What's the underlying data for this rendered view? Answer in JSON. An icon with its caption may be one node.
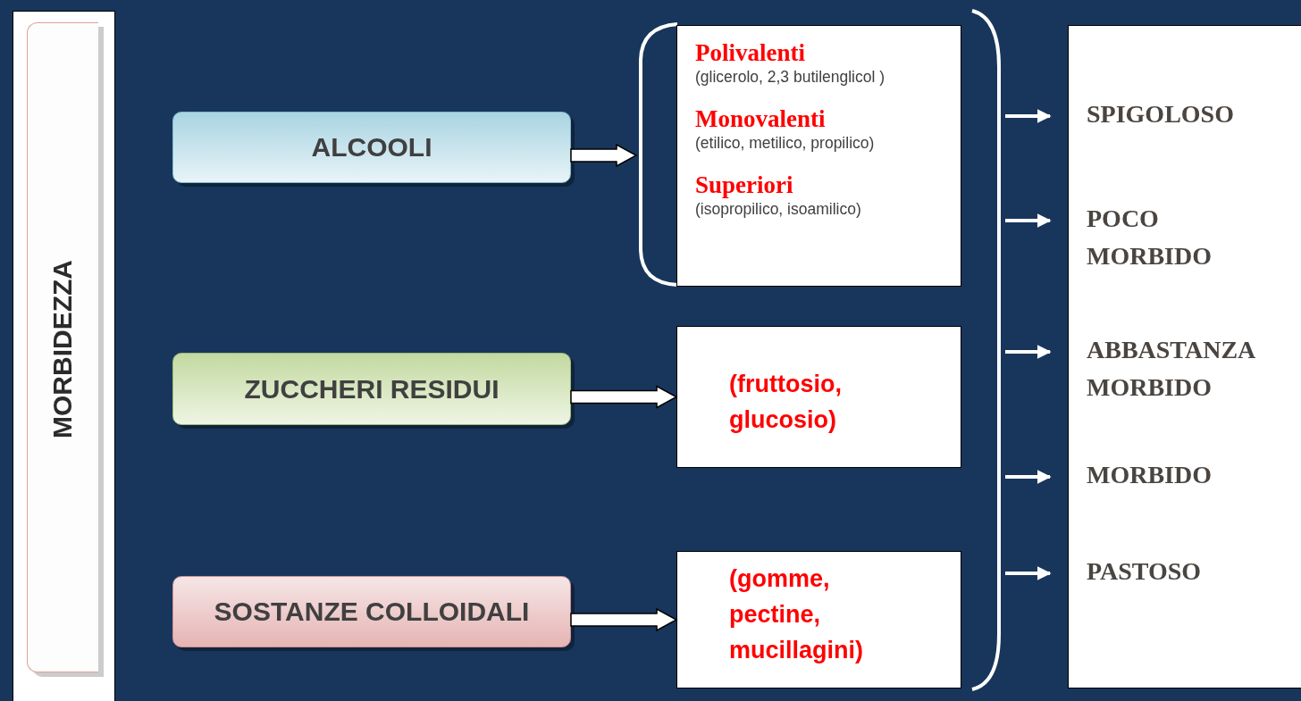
{
  "diagram": {
    "nodes": [
      {
        "text": [
          "MORBIDEZZA"
        ]
      },
      {
        "text": [
          "ALCOOLI"
        ]
      },
      {
        "text": [
          "ZUCCHERI RESIDUI"
        ]
      },
      {
        "text": [
          "SOSTANZE COLLOIDALI"
        ]
      },
      {
        "text": [
          "Polivalenti",
          "(glicerolo, 2,3 butilenglicol )",
          "Monovalenti",
          "(etilico, metilico, propilico)",
          "Superiori",
          "(isopropilico, isoamilico)"
        ]
      },
      {
        "text": [
          "(fruttosio, glucosio)"
        ]
      },
      {
        "text": [
          "(gomme, pectine, mucillagini)"
        ]
      },
      {
        "text": [],
        "shape": "bracket"
      },
      {
        "text": [],
        "shape": "box"
      },
      {
        "text": [
          "SPIGOLOSO"
        ],
        "in": 8
      },
      {
        "text": [
          "POCO MORBIDO"
        ],
        "in": 8
      },
      {
        "text": [
          "ABBASTANZA MORBIDO"
        ],
        "in": 8
      },
      {
        "text": [
          "MORBIDO"
        ],
        "in": 8
      },
      {
        "text": [
          "PASTOSO"
        ],
        "in": 8
      }
    ],
    "edges": [
      {
        "from": 1,
        "to": 4,
        "arrow": "to",
        "style": "thick"
      },
      {
        "from": 2,
        "to": 5,
        "arrow": "to",
        "style": "thick"
      },
      {
        "from": 3,
        "to": 6,
        "arrow": "to",
        "style": "thick"
      },
      {
        "from": 7,
        "to": 9,
        "arrow": "to"
      },
      {
        "from": 7,
        "to": 10,
        "arrow": "to"
      },
      {
        "from": 7,
        "to": 11,
        "arrow": "to"
      },
      {
        "from": 7,
        "to": 12,
        "arrow": "to"
      },
      {
        "from": 7,
        "to": 13,
        "arrow": "to"
      }
    ]
  }
}
